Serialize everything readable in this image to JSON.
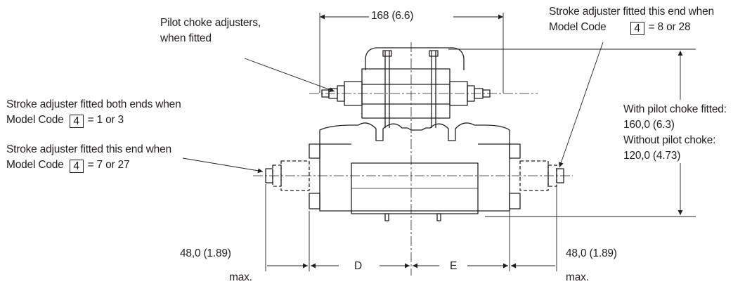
{
  "labels": {
    "top_width": "168 (6.6)",
    "pilot_choke": [
      "Pilot choke adjusters,",
      "when fitted"
    ],
    "stroke_right_line1": "Stroke adjuster fitted this end when",
    "stroke_right_prefix": "Model Code",
    "stroke_right_code": "4",
    "stroke_right_value": "= 8 or 28",
    "stroke_both_line1": "Stroke adjuster fitted both ends when",
    "stroke_both_prefix": "Model Code",
    "stroke_both_code": "4",
    "stroke_both_value": "= 1 or 3",
    "stroke_left_line1": "Stroke adjuster fitted this end when",
    "stroke_left_prefix": "Model Code",
    "stroke_left_code": "4",
    "stroke_left_value": "= 7 or 27",
    "height_with_label": "With pilot choke fitted:",
    "height_with_value": "160,0 (6.3)",
    "height_without_label": "Without pilot choke:",
    "height_without_value": "120,0 (4.73)",
    "left_offset": "48,0 (1.89)",
    "left_offset_max": "max.",
    "right_offset": "48,0 (1.89)",
    "right_offset_max": "max.",
    "dim_d": "D",
    "dim_e": "E"
  },
  "colors": {
    "line": "#231f20",
    "background": "#ffffff"
  }
}
